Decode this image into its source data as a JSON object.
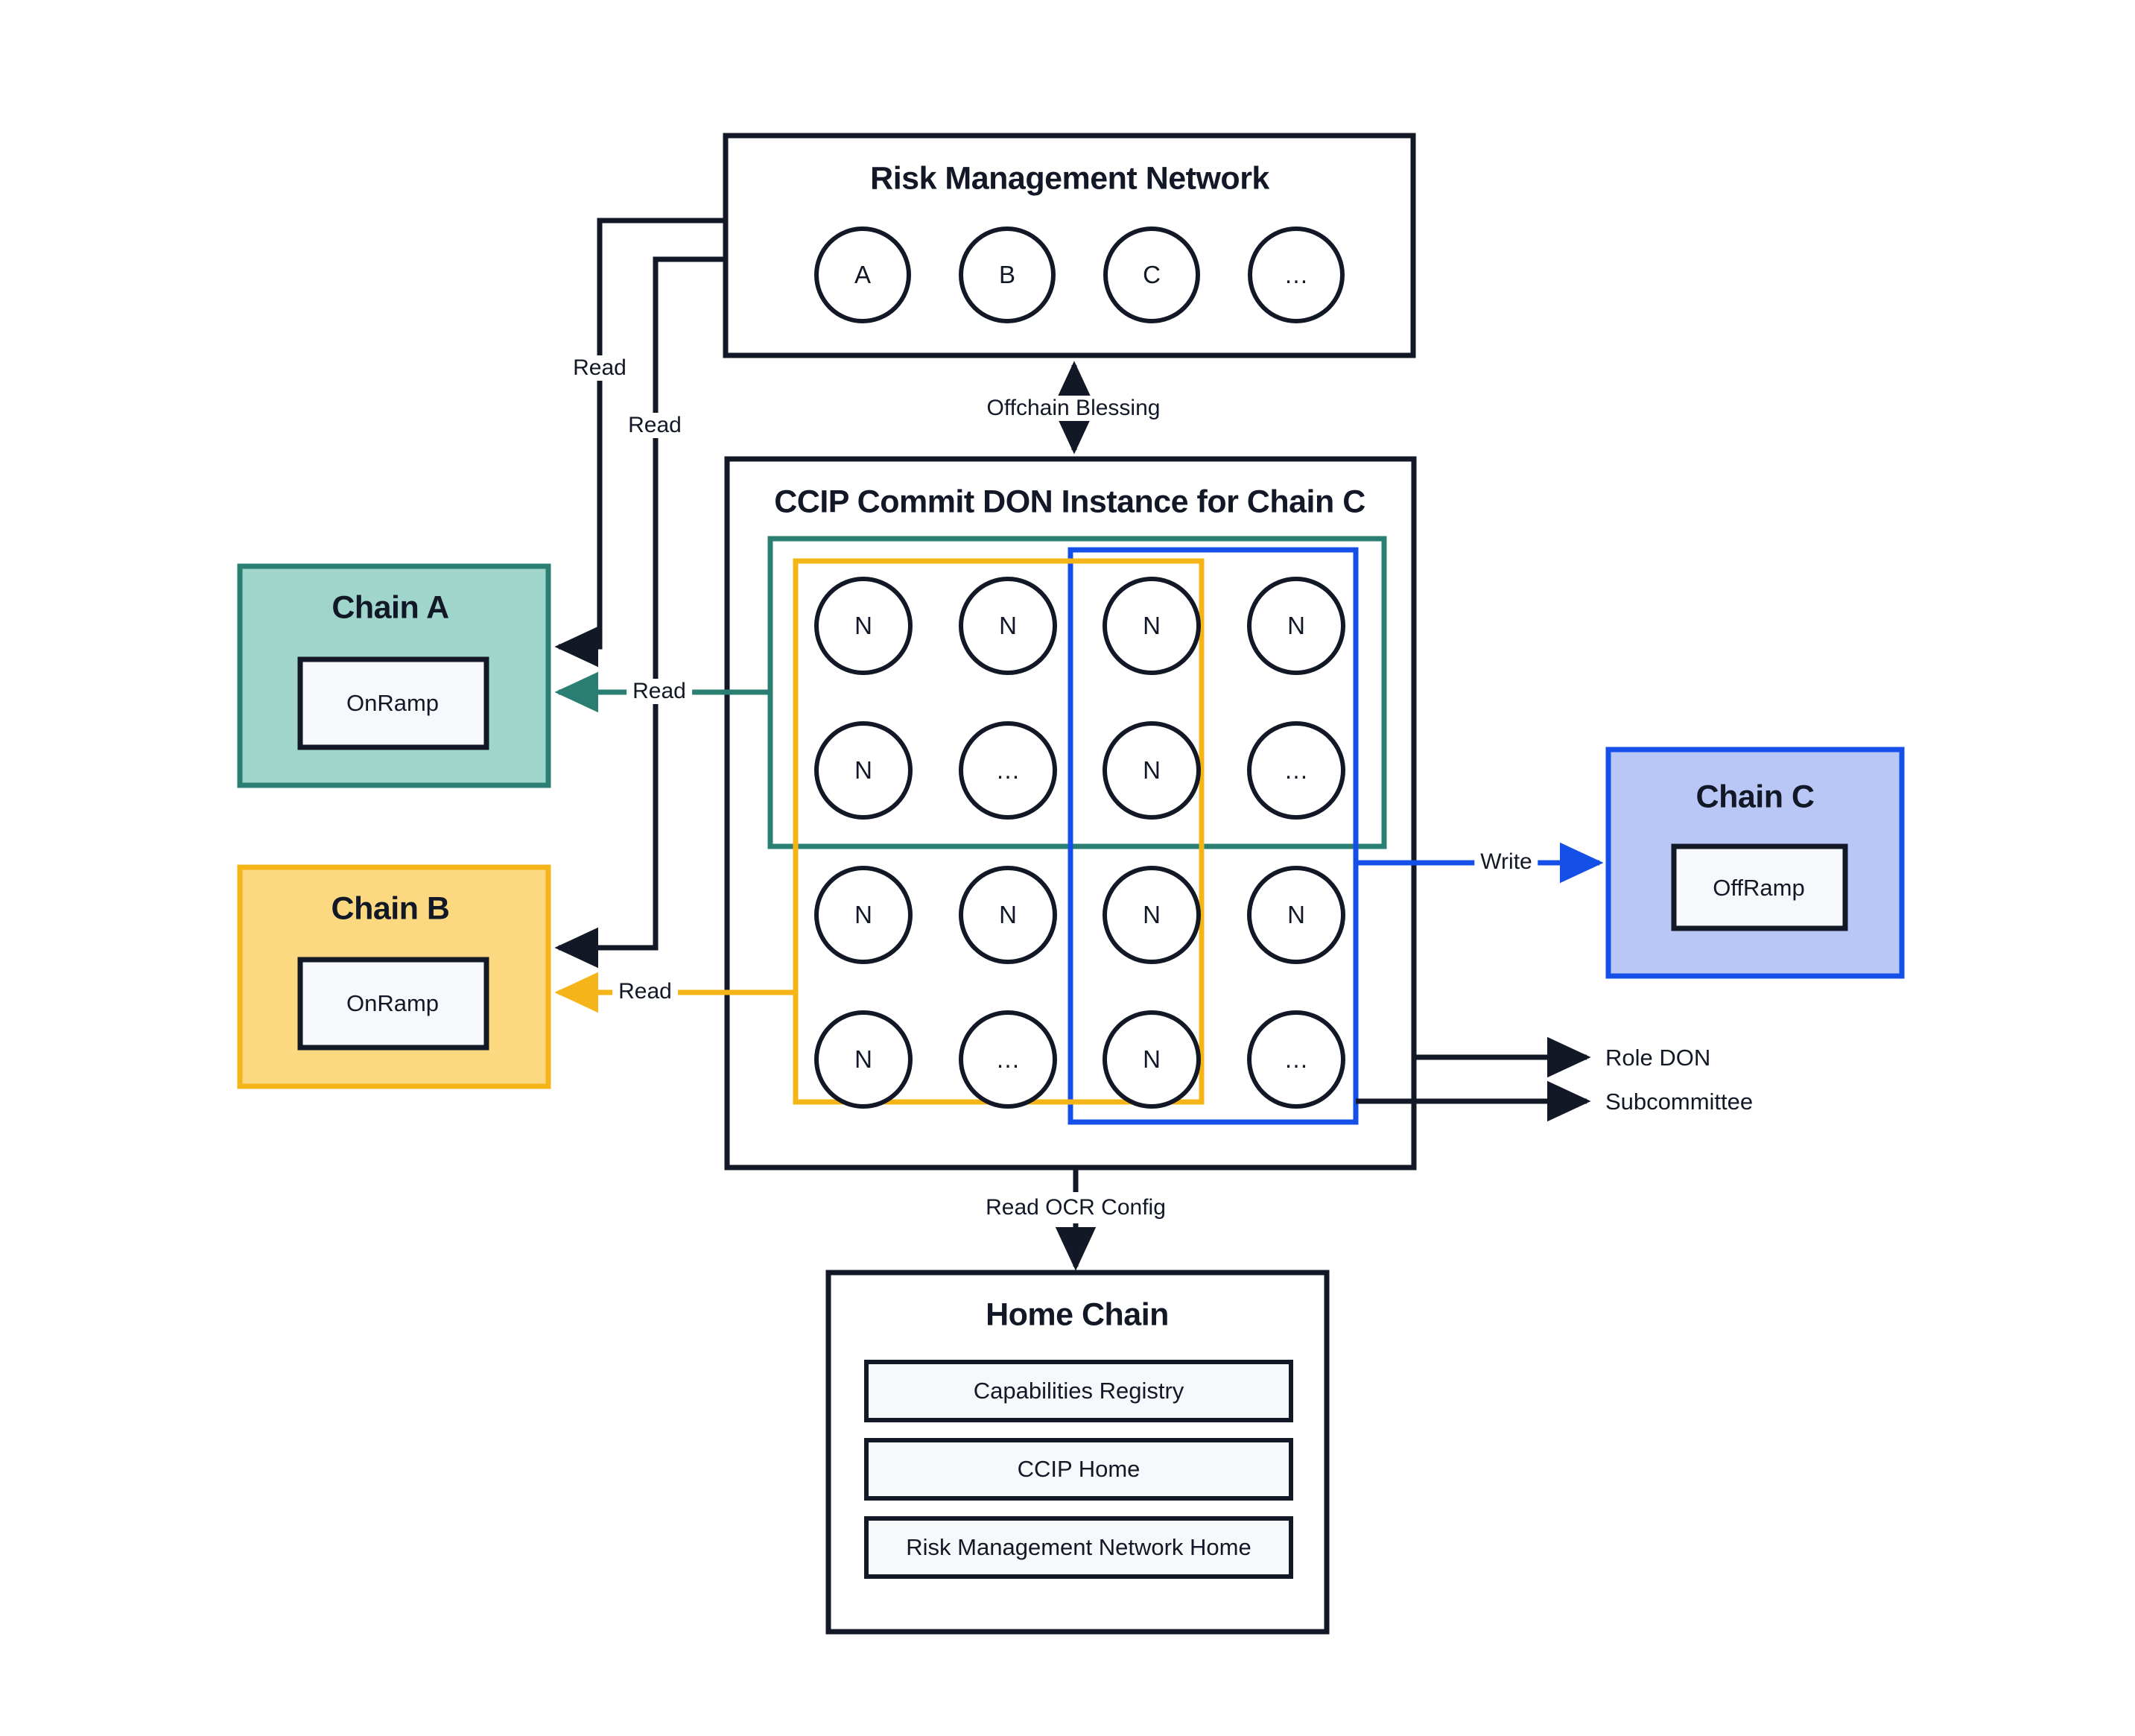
{
  "diagram": {
    "title_rmn": "Risk Management Network",
    "title_don": "CCIP Commit DON Instance for Chain C",
    "title_home": "Home Chain"
  },
  "rmn": {
    "title": "Risk Management Network",
    "nodes": [
      {
        "label": "A"
      },
      {
        "label": "B"
      },
      {
        "label": "C"
      },
      {
        "label": "…"
      }
    ]
  },
  "don": {
    "title": "CCIP Commit DON Instance for Chain C",
    "nodes": [
      [
        "N",
        "N",
        "N",
        "N"
      ],
      [
        "N",
        "…",
        "N",
        "…"
      ],
      [
        "N",
        "N",
        "N",
        "N"
      ],
      [
        "N",
        "…",
        "N",
        "…"
      ]
    ],
    "groups": {
      "teal_color": "#2A7F72",
      "orange_color": "#F5B417",
      "blue_color": "#1450E8"
    }
  },
  "chains": {
    "a": {
      "title": "Chain A",
      "ramp": "OnRamp",
      "fill": "#9FD5CB",
      "stroke": "#2A7F72"
    },
    "b": {
      "title": "Chain B",
      "ramp": "OnRamp",
      "fill": "#FCD980",
      "stroke": "#F5B417"
    },
    "c": {
      "title": "Chain C",
      "ramp": "OffRamp",
      "fill": "#B9C7F7",
      "stroke": "#1450E8"
    }
  },
  "home_chain": {
    "title": "Home Chain",
    "contracts": [
      {
        "label": "Capabilities Registry"
      },
      {
        "label": "CCIP Home"
      },
      {
        "label": "Risk Management Network Home"
      }
    ]
  },
  "edges": {
    "read_a_black": "Read",
    "read_b_black": "Read",
    "read_a_teal": "Read",
    "read_b_orange": "Read",
    "offchain_blessing": "Offchain Blessing",
    "write_c": "Write",
    "read_ocr_config": "Read OCR Config",
    "role_don": "Role DON",
    "subcommittee": "Subcommittee"
  },
  "colors": {
    "ink": "#121826",
    "teal": "#2A7F72",
    "orange": "#F5B417",
    "blue": "#1450E8",
    "panel": "#F7F8FC"
  }
}
